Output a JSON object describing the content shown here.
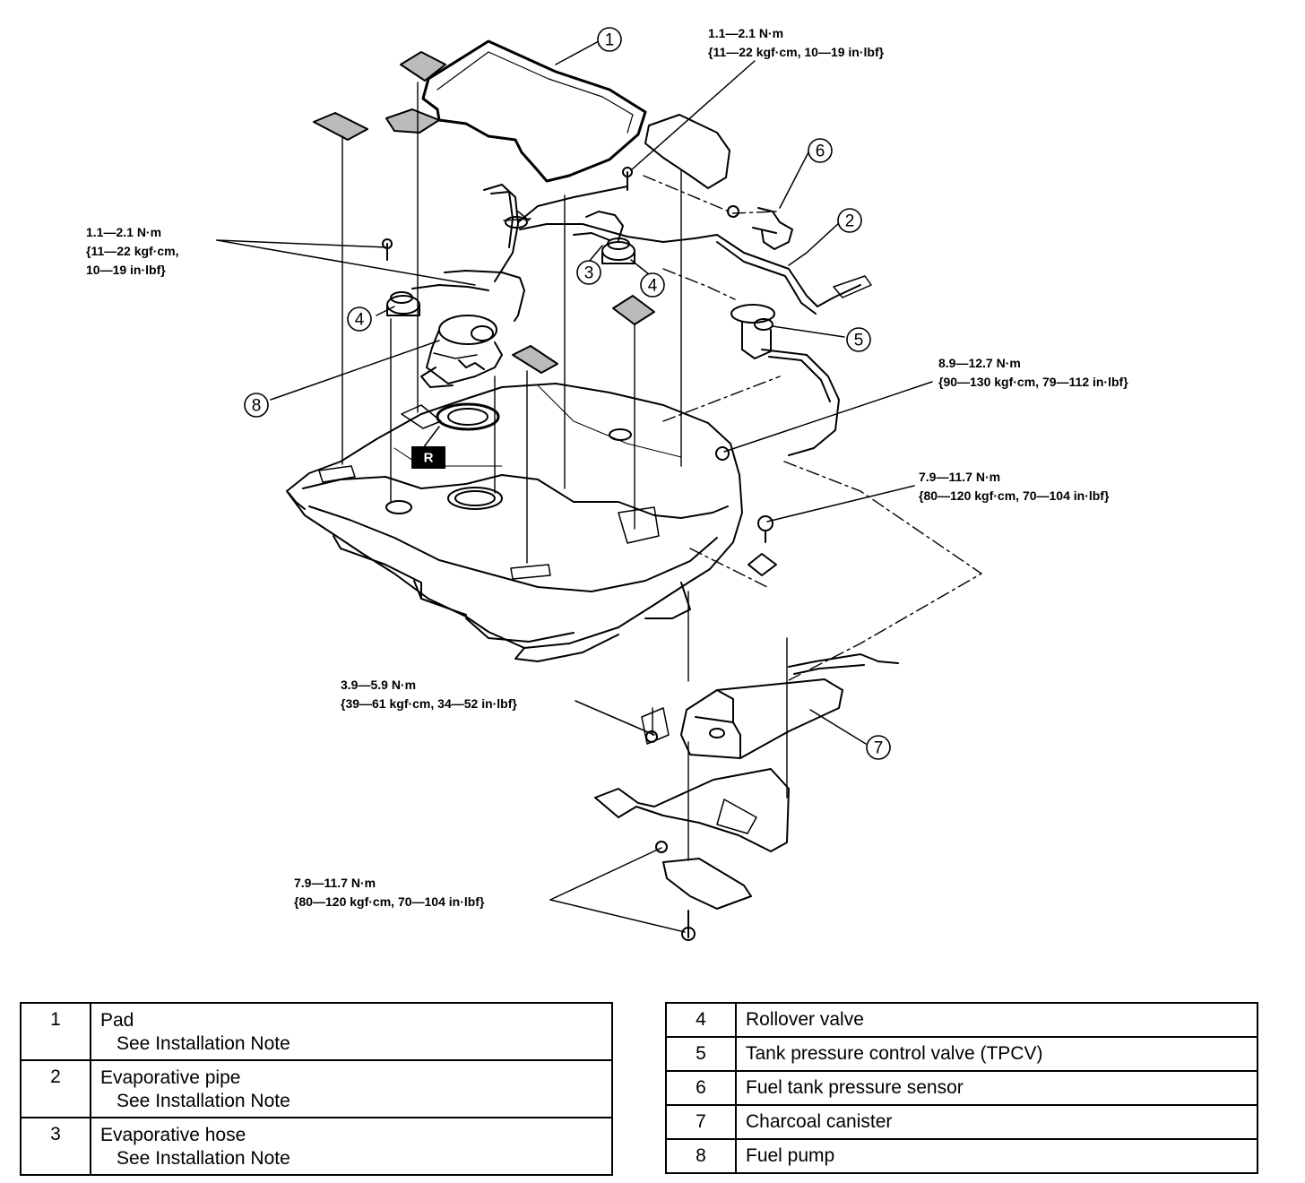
{
  "callouts": [
    "1",
    "2",
    "3",
    "4",
    "4",
    "5",
    "6",
    "7",
    "8"
  ],
  "reuse_mark": "R",
  "torque_specs": {
    "t1": [
      "1.1—2.1 N·m",
      "{11—22 kgf·cm, 10—19 in·lbf}"
    ],
    "t2": [
      "1.1—2.1 N·m",
      "{11—22 kgf·cm,",
      "10—19 in·lbf}"
    ],
    "t3": [
      "8.9—12.7 N·m",
      "{90—130 kgf·cm, 79—112 in·lbf}"
    ],
    "t4": [
      "7.9—11.7 N·m",
      "{80—120 kgf·cm, 70—104 in·lbf}"
    ],
    "t5": [
      "3.9—5.9 N·m",
      "{39—61 kgf·cm, 34—52 in·lbf}"
    ],
    "t6": [
      "7.9—11.7 N·m",
      "{80—120 kgf·cm, 70—104 in·lbf}"
    ]
  },
  "legend_left": [
    {
      "num": "1",
      "name": "Pad",
      "note": "See Installation Note"
    },
    {
      "num": "2",
      "name": "Evaporative pipe",
      "note": "See Installation Note"
    },
    {
      "num": "3",
      "name": "Evaporative hose",
      "note": "See Installation Note"
    }
  ],
  "legend_right": [
    {
      "num": "4",
      "name": "Rollover valve"
    },
    {
      "num": "5",
      "name": "Tank pressure control valve (TPCV)"
    },
    {
      "num": "6",
      "name": "Fuel tank pressure sensor"
    },
    {
      "num": "7",
      "name": "Charcoal canister"
    },
    {
      "num": "8",
      "name": "Fuel pump"
    }
  ]
}
